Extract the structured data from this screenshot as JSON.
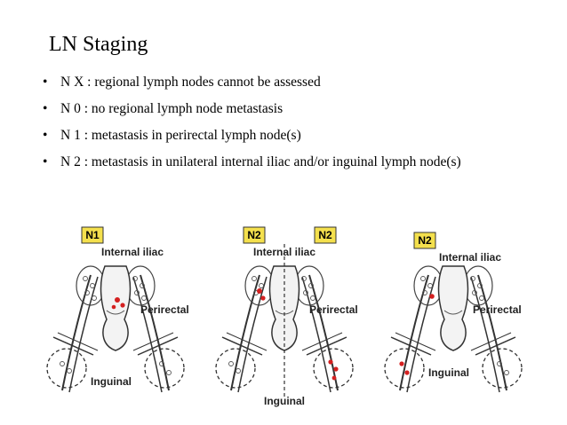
{
  "slide": {
    "title": "LN Staging",
    "bullet_char": "•",
    "bullets": [
      "N X : regional lymph nodes cannot be assessed",
      "N 0 : no regional lymph node metastasis",
      "N 1 : metastasis in perirectal lymph node(s)",
      "N 2 : metastasis in unilateral internal iliac and/or inguinal lymph node(s)"
    ]
  },
  "figure": {
    "panels": [
      {
        "badges": [
          "N1"
        ],
        "labels": [
          "Internal iliac",
          "Perirectal",
          "Inguinal"
        ]
      },
      {
        "badges": [
          "N2",
          "N2"
        ],
        "labels": [
          "Internal iliac",
          "Perirectal",
          "Inguinal"
        ]
      },
      {
        "badges": [
          "N2"
        ],
        "labels": [
          "Internal iliac",
          "Perirectal",
          "Inguinal"
        ]
      }
    ],
    "colors": {
      "badge": "#f4e04d",
      "node": "#666666",
      "metastasis": "#d42020"
    }
  }
}
